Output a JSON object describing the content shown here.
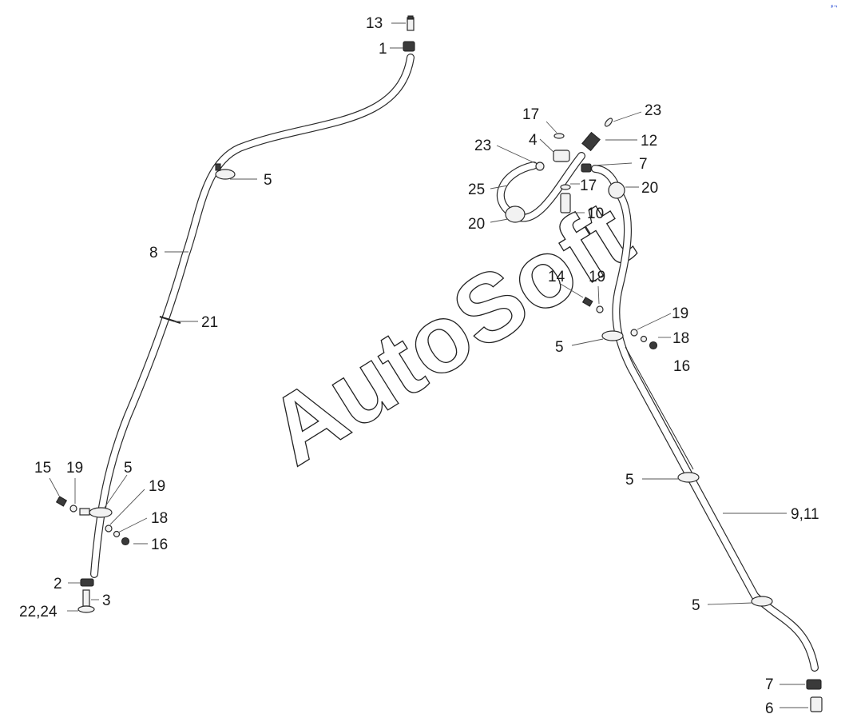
{
  "watermark": "AutoSoft",
  "corner_mark": "ء¬",
  "callouts": {
    "c13": "13",
    "c1": "1",
    "c5_top_left": "5",
    "c8": "8",
    "c21": "21",
    "c15": "15",
    "c19_left_a": "19",
    "c5_left_clamp": "5",
    "c19_left_b": "19",
    "c18_left": "18",
    "c16_left": "16",
    "c2": "2",
    "c3": "3",
    "c22_24": "22,24",
    "c17_top": "17",
    "c23_top": "23",
    "c4": "4",
    "c12": "12",
    "c23_left": "23",
    "c7_top": "7",
    "c25": "25",
    "c17_mid": "17",
    "c20_right": "20",
    "c10": "10",
    "c20_left": "20",
    "c14": "14",
    "c19_right_a": "19",
    "c19_right_b": "19",
    "c18_right": "18",
    "c5_right_a": "5",
    "c16_right": "16",
    "c5_right_b": "5",
    "c9_11": "9,11",
    "c5_right_c": "5",
    "c7_bottom": "7",
    "c6": "6"
  }
}
